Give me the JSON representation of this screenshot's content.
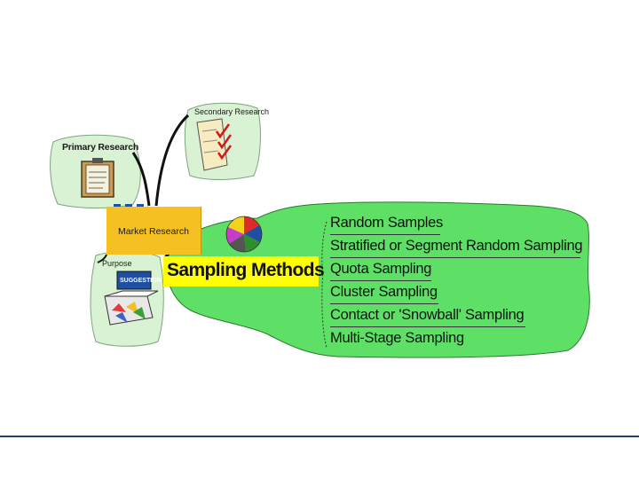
{
  "diagram": {
    "nodes": {
      "primary_research": "Primary Research",
      "secondary_research": "Secondary Research",
      "market_research": "Market Research",
      "purpose": "Purpose",
      "sampling_methods": "Sampling Methods"
    },
    "purpose_clipart_text": "SUGGESTION",
    "sampling_methods_list": [
      "Random Samples",
      "Stratified or Segment Random Sampling",
      "Quota Sampling",
      "Cluster Sampling",
      "Contact or 'Snowball' Sampling",
      "Multi-Stage Sampling"
    ]
  },
  "colors": {
    "bubble_green": "#5ee066",
    "pale_green": "#d9f2d3",
    "market_box": "#f5c022",
    "highlight_yellow": "#ffff00",
    "tab_blue": "#1e4fa0",
    "footer_rule": "#1f4266"
  }
}
